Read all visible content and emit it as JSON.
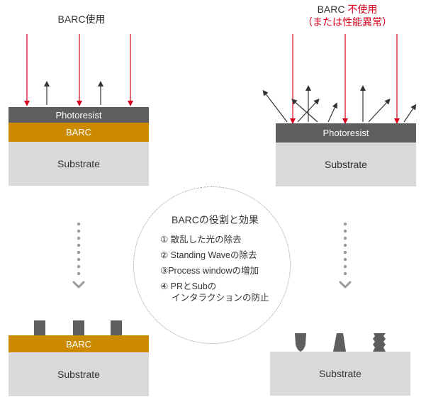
{
  "left_panel": {
    "title": "BARC使用",
    "layers": {
      "photoresist": "Photoresist",
      "barc": "BARC",
      "substrate": "Substrate"
    }
  },
  "right_panel": {
    "title_line1_prefix": "BARC ",
    "title_line1_red": "不使用",
    "title_line2": "（または性能異常）",
    "layers": {
      "photoresist": "Photoresist",
      "substrate": "Substrate"
    }
  },
  "center": {
    "title": "BARCの役割と効果",
    "items": [
      "① 散乱した光の除去",
      "② Standing Waveの除去",
      "③Process windowの増加",
      "④ PRとSubの",
      "インタラクションの防止"
    ]
  },
  "bottom_left": {
    "barc": "BARC",
    "substrate": "Substrate"
  },
  "bottom_right": {
    "substrate": "Substrate"
  },
  "colors": {
    "photoresist": "#5e5e5e",
    "barc": "#cc8a00",
    "substrate": "#d9d9d9",
    "incident_light": "#d6001c",
    "reflected_light": "#333333"
  }
}
